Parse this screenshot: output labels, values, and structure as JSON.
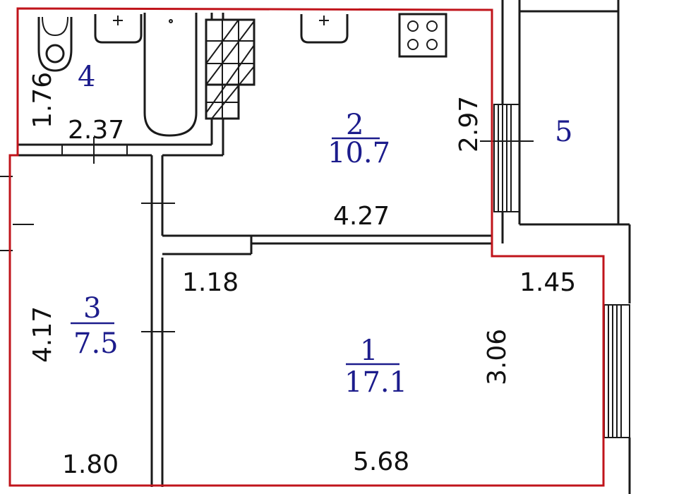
{
  "rooms": [
    {
      "number": "1",
      "area": "17.1"
    },
    {
      "number": "2",
      "area": "10.7"
    },
    {
      "number": "3",
      "area": "7.5"
    },
    {
      "number": "4",
      "area": ""
    },
    {
      "number": "5",
      "area": ""
    }
  ],
  "dimensions": {
    "bath_height": "1.76",
    "bath_width": "2.37",
    "kitchen_height": "2.97",
    "kitchen_width": "4.27",
    "hall_opening": "1.18",
    "room1_offset": "1.45",
    "room1_height": "3.06",
    "room1_width": "5.68",
    "room3_height": "4.17",
    "room3_width": "1.80"
  },
  "colors": {
    "outline": "#c0141b",
    "walls": "#1a1a1a",
    "room_labels": "#1c1c8c"
  }
}
